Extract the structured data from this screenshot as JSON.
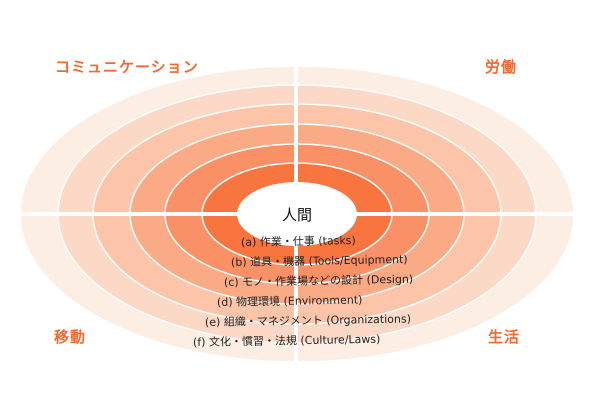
{
  "center_label": "人間",
  "corners": {
    "top_left": "コミュニケーション",
    "top_right": "労働",
    "bottom_left": "移動",
    "bottom_right": "生活"
  },
  "layers": [
    {
      "label": "(a) 作業・仕事 (tasks)",
      "color": "#f97540"
    },
    {
      "label": "(b) 道具・機器 (Tools/Equipment)",
      "color": "#fa9066"
    },
    {
      "label": "(c) モノ・作業場などの設計 (Design)",
      "color": "#fbaa86"
    },
    {
      "label": "(d) 物理環境 (Environment)",
      "color": "#fcc4a8"
    },
    {
      "label": "(e) 組織・マネジメント (Organizations)",
      "color": "#fcd9c6"
    },
    {
      "label": "(f) 文化・慣習・法規 (Culture/Laws)",
      "color": "#fdeee3"
    }
  ],
  "accent_color": "#f26a2e"
}
